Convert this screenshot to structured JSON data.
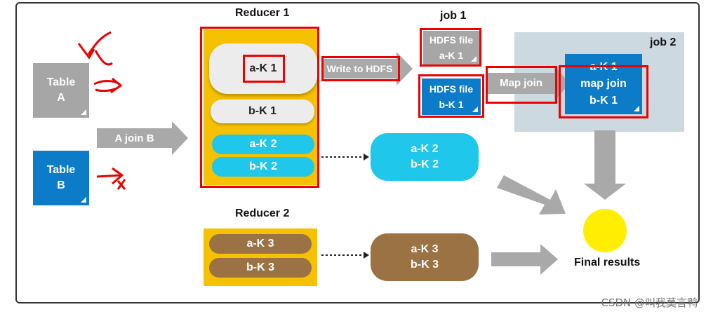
{
  "tables": {
    "table_a": "Table\nA",
    "table_b": "Table\nB"
  },
  "arrows": {
    "a_join_b": "A join B",
    "write_to_hdfs": "Write to HDFS",
    "map_join": "Map join"
  },
  "reducer1": {
    "title": "Reducer 1",
    "items": [
      "a-K 1",
      "b-K 1",
      "a-K 2",
      "b-K 2"
    ]
  },
  "reducer2": {
    "title": "Reducer 2",
    "items": [
      "a-K 3",
      "b-K 3"
    ]
  },
  "job1": {
    "title": "job 1",
    "hdfs_file_a": [
      "HDFS file",
      "a-K 1"
    ],
    "hdfs_file_b": [
      "HDFS file",
      "b-K 1"
    ]
  },
  "job2": {
    "title": "job 2",
    "lines": [
      "a-K 1",
      "map join",
      "b-K 1"
    ]
  },
  "outputs": {
    "k2": [
      "a-K 2",
      "b-K 2"
    ],
    "k3": [
      "a-K 3",
      "b-K 3"
    ]
  },
  "final_results": "Final results",
  "watermark": "CSDN @叫我莫言鸭",
  "colors": {
    "gray_note": "#a6a6a6",
    "blue_note": "#0c7bc8",
    "reducer_bg": "#f5c100",
    "cyan": "#1fc7ea",
    "brown": "#9a7244",
    "job2_bg": "#cdd9e0",
    "arrow": "#a9a9a9",
    "annotation": "#e00000",
    "final": "#ffee00"
  }
}
